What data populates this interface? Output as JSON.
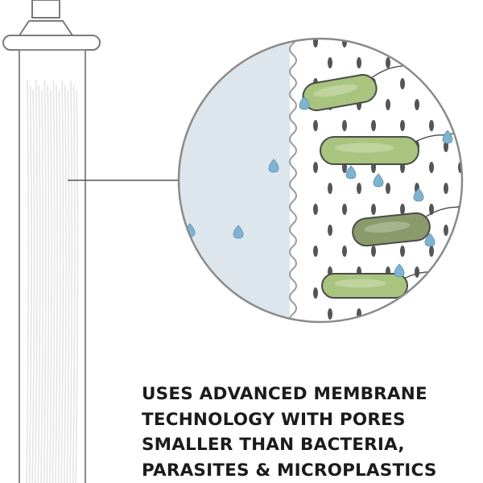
{
  "caption": {
    "lines": [
      "USES ADVANCED MEMBRANE",
      "TECHNOLOGY WITH PORES",
      "SMALLER THAN BACTERIA,",
      "PARASITES & MICROPLASTICS"
    ]
  },
  "colors": {
    "outline": "#8a8a8a",
    "water": "#dce6ec",
    "droplet": "#7fb3d1",
    "pore": "#555555",
    "bacteria_light": "#a9c47e",
    "bacteria_dark": "#8a9a6a"
  }
}
